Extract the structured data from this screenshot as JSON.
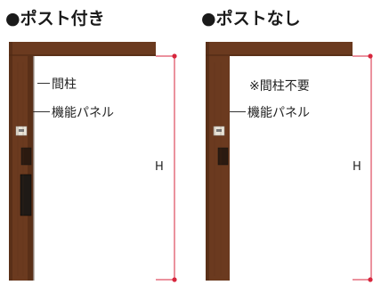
{
  "panels": [
    {
      "title": "●ポスト付き",
      "pillar_label": "間柱",
      "panel_label": "機能パネル",
      "height_label": "H",
      "has_mail_slot": true
    },
    {
      "title": "●ポストなし",
      "pillar_label": "※間柱不要",
      "panel_label": "機能パネル",
      "height_label": "H",
      "has_mail_slot": false
    }
  ],
  "colors": {
    "wood": "#6b3a1f",
    "wood_dark": "#4e2a14",
    "dimension": "#d7263d",
    "plate": "#e9e4d8"
  }
}
